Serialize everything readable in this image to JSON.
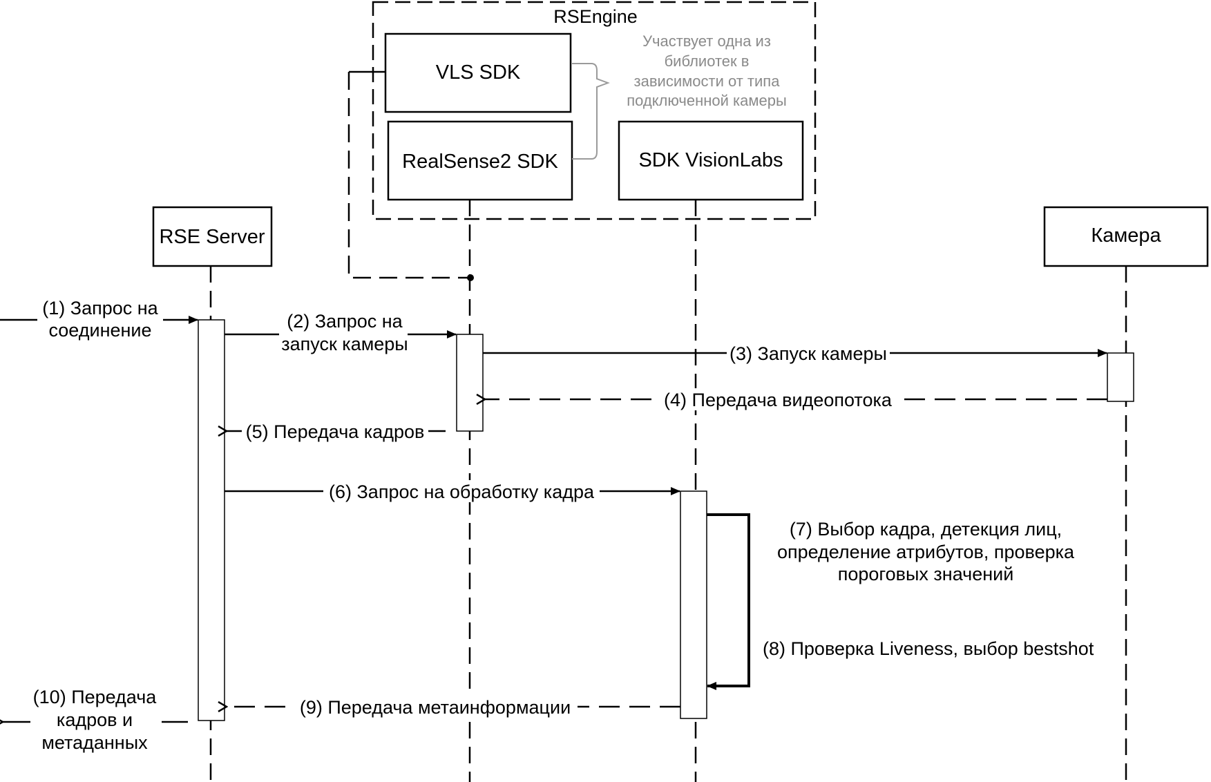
{
  "group": {
    "title": "RSEngine"
  },
  "note": {
    "lines": [
      "Участвует одна из",
      "библиотек в",
      "зависимости от типа",
      "подключенной камеры"
    ]
  },
  "participants": {
    "rse_server": "RSE Server",
    "vls_sdk": "VLS SDK",
    "realsense": "RealSense2 SDK",
    "sdk_visionlabs": "SDK VisionLabs",
    "camera": "Камера"
  },
  "messages": {
    "m1": [
      "(1) Запрос на",
      "соединение"
    ],
    "m2": [
      "(2) Запрос на",
      "запуск камеры"
    ],
    "m3": "(3) Запуск камеры",
    "m4": "(4) Передача видеопотока",
    "m5": "(5) Передача кадров",
    "m6": "(6) Запрос на обработку кадра",
    "m7": [
      "(7) Выбор кадра, детекция лиц,",
      "определение атрибутов, проверка",
      "пороговых значений"
    ],
    "m8": "(8) Проверка Liveness, выбор bestshot",
    "m9": "(9) Передача метаинформации",
    "m10": [
      "(10) Передача",
      "кадров и",
      "метаданных"
    ]
  }
}
